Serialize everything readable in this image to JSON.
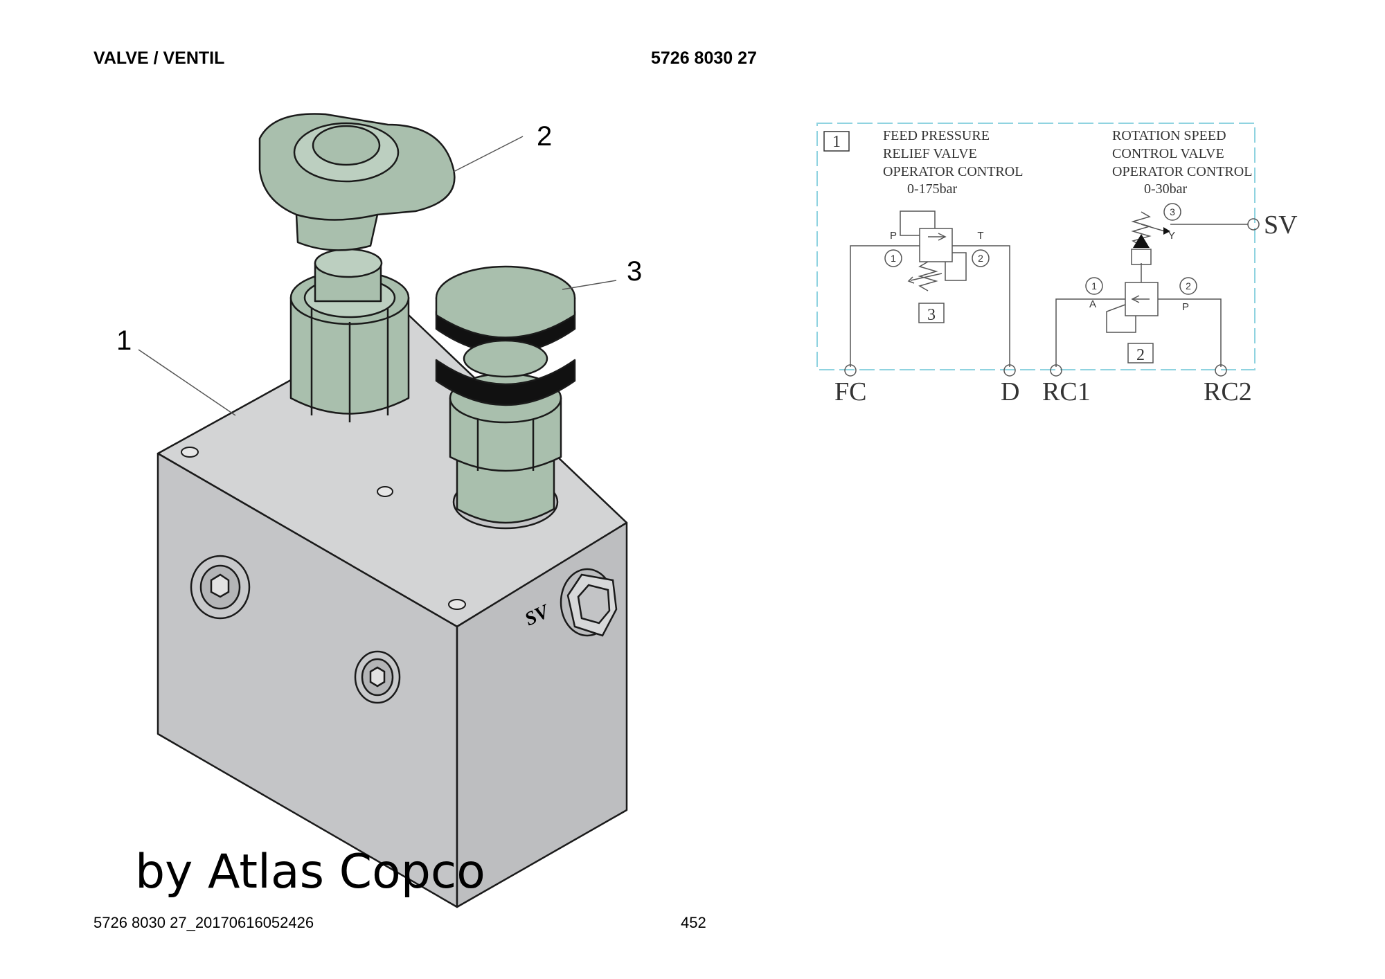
{
  "header": {
    "title": "VALVE / VENTIL",
    "part_number": "5726 8030 27"
  },
  "footer": {
    "document_id": "5726 8030 27_20170616052426",
    "page_number": "452"
  },
  "watermark": "by Atlas Copco",
  "drawing": {
    "callouts": [
      "1",
      "2",
      "3"
    ],
    "port_marking": "SV"
  },
  "schematic": {
    "item_box": "1",
    "left_block": {
      "lines": [
        "FEED PRESSURE",
        "RELIEF VALVE",
        "OPERATOR CONTROL",
        "0-175bar"
      ],
      "port_p": "P",
      "port_t": "T",
      "circle_1": "1",
      "circle_2": "2",
      "item": "3"
    },
    "right_block": {
      "lines": [
        "ROTATION SPEED",
        "CONTROL VALVE",
        "OPERATOR CONTROL",
        "0-30bar"
      ],
      "circle_3": "3",
      "port_y": "Y",
      "circle_1": "1",
      "circle_2": "2",
      "port_a": "A",
      "port_p": "P",
      "item": "2"
    },
    "ports": [
      "FC",
      "D",
      "RC1",
      "RC2",
      "SV"
    ]
  },
  "colors": {
    "part_green": "#a9bfad",
    "block_grey": "#c4c5c7",
    "block_right": "#bdbec0",
    "block_top": "#d3d4d5",
    "dash_blue": "#8fd3e0"
  }
}
